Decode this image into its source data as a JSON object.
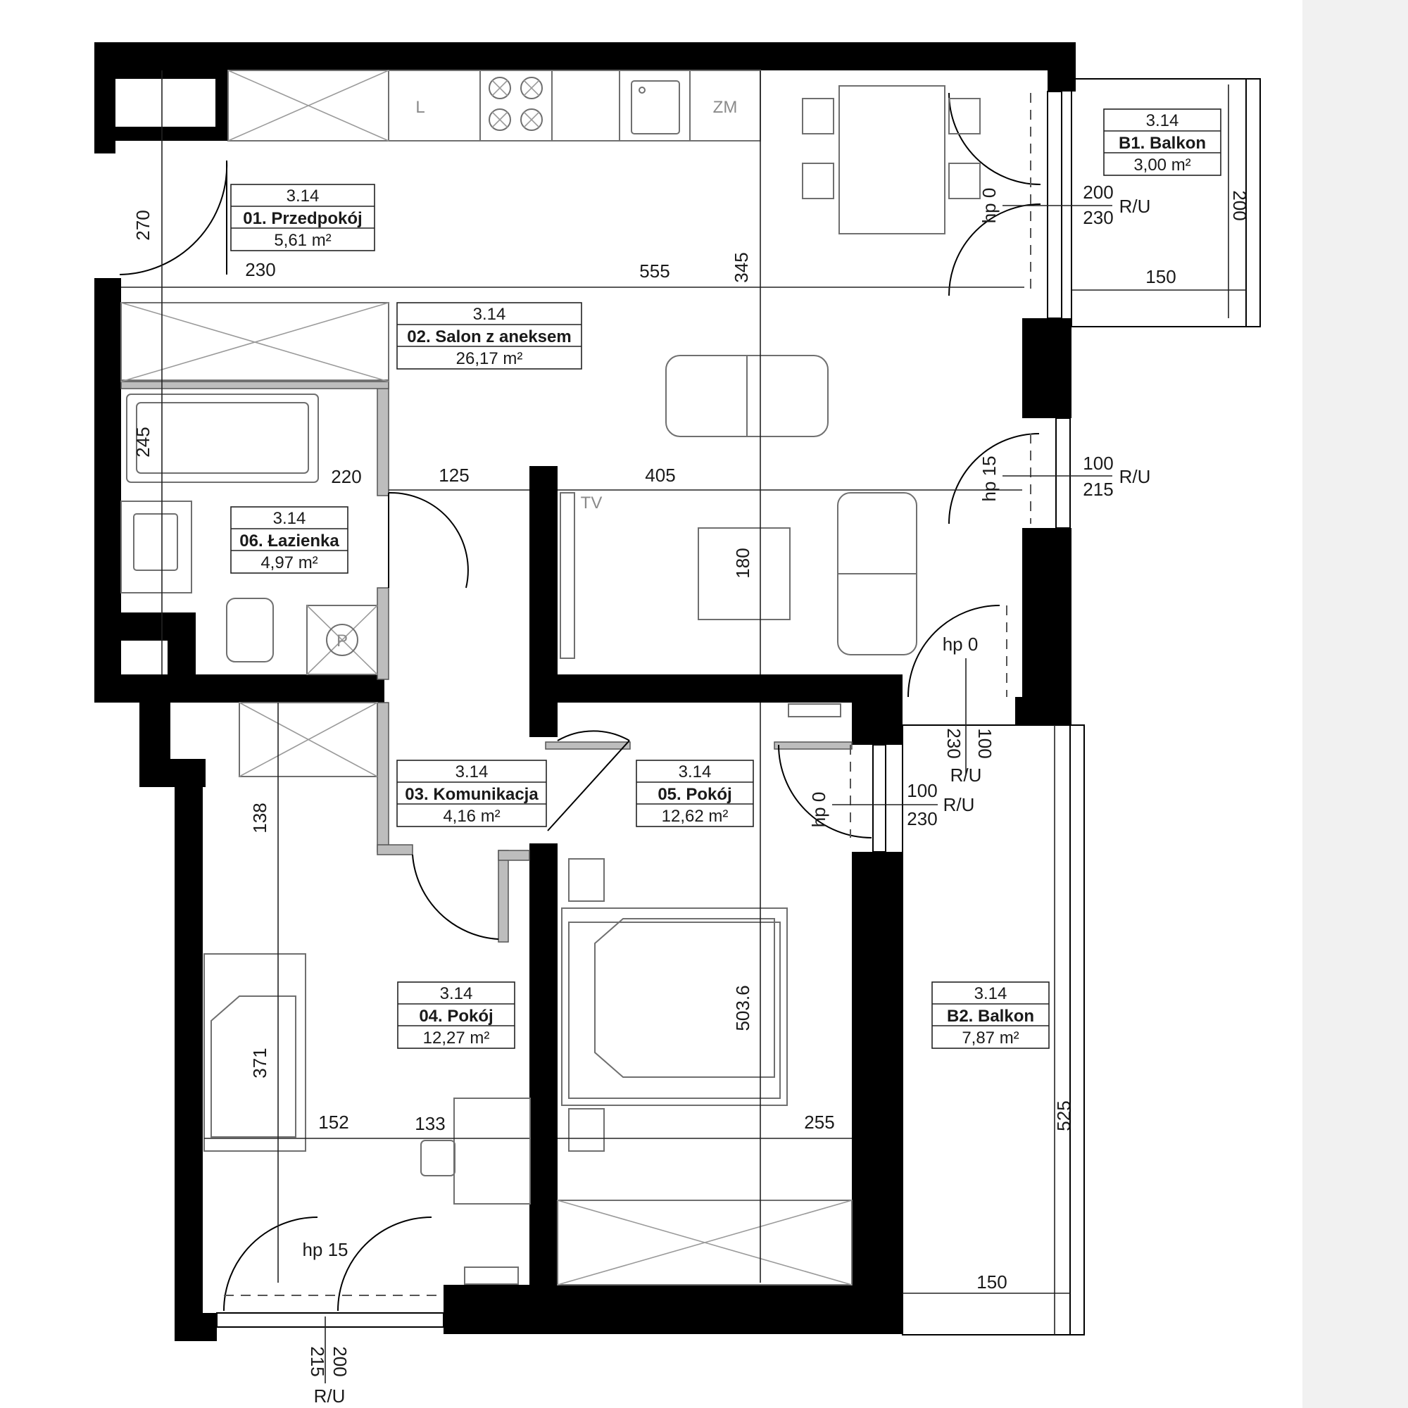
{
  "rooms": [
    {
      "id": "r01",
      "height": "3.14",
      "name": "01. Przedpokój",
      "area": "5,61 m²"
    },
    {
      "id": "r02",
      "height": "3.14",
      "name": "02. Salon z aneksem",
      "area": "26,17 m²"
    },
    {
      "id": "r03",
      "height": "3.14",
      "name": "03. Komunikacja",
      "area": "4,16 m²"
    },
    {
      "id": "r04",
      "height": "3.14",
      "name": "04. Pokój",
      "area": "12,27 m²"
    },
    {
      "id": "r05",
      "height": "3.14",
      "name": "05. Pokój",
      "area": "12,62 m²"
    },
    {
      "id": "r06",
      "height": "3.14",
      "name": "06. Łazienka",
      "area": "4,97 m²"
    },
    {
      "id": "b1",
      "height": "3.14",
      "name": "B1. Balkon",
      "area": "3,00 m²"
    },
    {
      "id": "b2",
      "height": "3.14",
      "name": "B2. Balkon",
      "area": "7,87 m²"
    }
  ],
  "dimensions": {
    "d270": "270",
    "d230": "230",
    "d555": "555",
    "d345": "345",
    "d245": "245",
    "d220": "220",
    "d125": "125",
    "d405": "405",
    "d180": "180",
    "d138": "138",
    "d371": "371",
    "d152": "152",
    "d133": "133",
    "d255": "255",
    "d5036": "503.6",
    "d525": "525",
    "d150a": "150",
    "d150b": "150",
    "d200b1": "200"
  },
  "openings": {
    "w1": {
      "hp": "hp 0",
      "w": "200",
      "h": "230",
      "ru": "R/U"
    },
    "w2": {
      "hp": "hp 15",
      "w": "100",
      "h": "215",
      "ru": "R/U"
    },
    "w3": {
      "hp": "hp 0",
      "w": "100",
      "h": "230",
      "ru": "R/U"
    },
    "w4": {
      "hp": "hp 0",
      "w": "100",
      "h": "230",
      "ru": "R/U"
    },
    "w5": {
      "hp": "hp 15",
      "w": "200",
      "h": "215",
      "ru": "R/U"
    }
  },
  "symbols": {
    "fridge": "L",
    "dishwasher": "ZM",
    "tv": "TV",
    "shaft": "P"
  }
}
